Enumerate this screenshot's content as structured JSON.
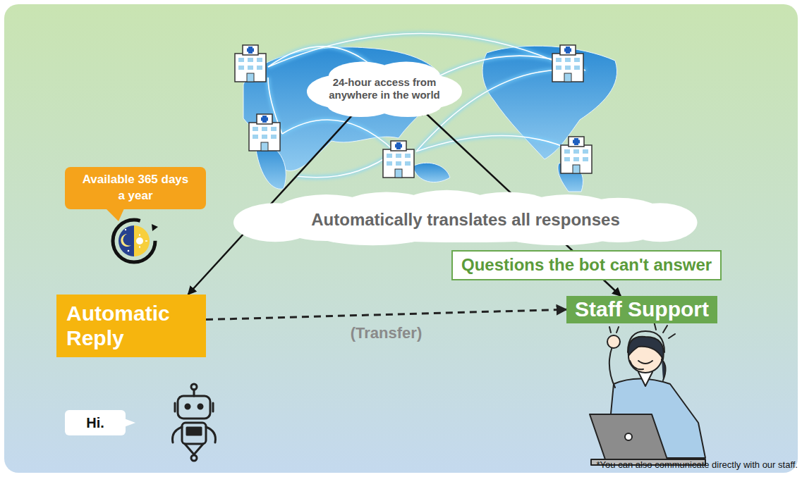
{
  "diagram": {
    "nodes": [
      {
        "text": [
          "24-hour access from anywhere in the world"
        ]
      },
      {
        "text": [
          "Available 365 days a year"
        ]
      },
      {
        "text": [
          "Automatically translates all responses"
        ]
      },
      {
        "text": [
          "Questions the bot can't answer"
        ]
      },
      {
        "text": [
          "Automatic Reply"
        ]
      },
      {
        "text": [
          "Staff Support"
        ]
      },
      {
        "text": [
          "Hi."
        ]
      }
    ],
    "edges": [
      {
        "from": 4,
        "to": 0,
        "arrow": "both"
      },
      {
        "from": 5,
        "to": 0,
        "arrow": "both"
      },
      {
        "from": 4,
        "to": 5,
        "label": "(Transfer)",
        "arrow": "to"
      }
    ],
    "labels": [
      "*You can also communicate directly with our staff."
    ]
  }
}
